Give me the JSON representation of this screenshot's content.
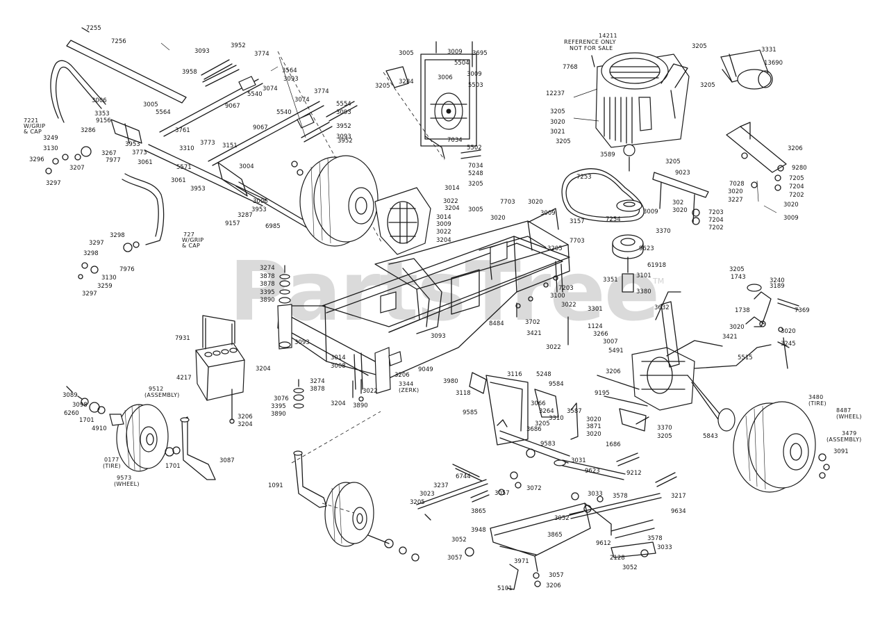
{
  "watermark": {
    "text": "PartsTree",
    "trademark": "TM"
  },
  "notes": {
    "engine_ref_line1": "14211",
    "engine_ref_line2": "REFERENCE ONLY",
    "engine_ref_line3": "NOT FOR SALE",
    "grip_cap_left_1": "7221",
    "grip_cap_left_2": "W/GRIP",
    "grip_cap_left_3": "& CAP",
    "grip_cap_right_1": "727",
    "grip_cap_right_2": "W/GRIP",
    "grip_cap_right_3": "& CAP",
    "front_assembly_1": "9512",
    "front_assembly_2": "(ASSEMBLY)",
    "front_tire_1": "0177",
    "front_tire_2": "(TIRE)",
    "front_wheel_1": "9573",
    "front_wheel_2": "(WHEEL)",
    "zerk_1": "3344",
    "zerk_2": "(ZERK)",
    "rear_tire_1": "3480",
    "rear_tire_2": "(TIRE)",
    "rear_wheel_1": "8487",
    "rear_wheel_2": "(WHEEL)",
    "rear_assembly_1": "3479",
    "rear_assembly_2": "(ASSEMBLY)"
  },
  "callouts": [
    "7255",
    "7256",
    "3093",
    "3952",
    "3774",
    "3958",
    "3564",
    "3093",
    "5540",
    "3074",
    "9067",
    "3774",
    "3074",
    "5554",
    "3093",
    "5540",
    "3952",
    "9067",
    "3952",
    "3093",
    "3006",
    "3005",
    "5564",
    "9156",
    "3353",
    "3286",
    "3953",
    "3761",
    "3773",
    "3310",
    "3773",
    "3151",
    "5571",
    "3061",
    "3061",
    "3953",
    "3004",
    "3953",
    "3006",
    "9157",
    "3287",
    "6985",
    "3267",
    "7977",
    "3249",
    "3130",
    "3296",
    "3207",
    "3297",
    "3298",
    "3297",
    "3298",
    "7976",
    "3130",
    "3259",
    "3297",
    "3005",
    "3009",
    "3695",
    "5504",
    "3006",
    "3009",
    "5503",
    "3205",
    "3284",
    "7034",
    "5502",
    "7034",
    "5248",
    "3205",
    "3014",
    "3022",
    "3204",
    "3014",
    "3009",
    "3022",
    "3204",
    "3005",
    "3020",
    "7703",
    "3020",
    "3009",
    "3157",
    "7703",
    "3205",
    "3205",
    "7768",
    "12237",
    "3205",
    "3020",
    "3021",
    "3205",
    "3205",
    "3589",
    "7253",
    "3205",
    "9023",
    "7254",
    "3009",
    "302",
    "3020",
    "3370",
    "9623",
    "61918",
    "3101",
    "3380",
    "3331",
    "13690",
    "3206",
    "9280",
    "7205",
    "7028",
    "7204",
    "3020",
    "7202",
    "3227",
    "3020",
    "7203",
    "7204",
    "7202",
    "3009",
    "3274",
    "3878",
    "3878",
    "3395",
    "3890",
    "3093",
    "3351",
    "7203",
    "3100",
    "3022",
    "3301",
    "3702",
    "1124",
    "3421",
    "3266",
    "3007",
    "3022",
    "8484",
    "5491",
    "3093",
    "9049",
    "3206",
    "3204",
    "3014",
    "3008",
    "3022",
    "3204",
    "3890",
    "3274",
    "3878",
    "3076",
    "3395",
    "3890",
    "3206",
    "3204",
    "7931",
    "4217",
    "3205",
    "1743",
    "3240",
    "3189",
    "7369",
    "1738",
    "3632",
    "3020",
    "3020",
    "3421",
    "3245",
    "5515",
    "3206",
    "9195",
    "3370",
    "3205",
    "1686",
    "5843",
    "3091",
    "3089",
    "3098",
    "6260",
    "1701",
    "4910",
    "1701",
    "3087",
    "1091",
    "3980",
    "3116",
    "5248",
    "3118",
    "9584",
    "9585",
    "3066",
    "3264",
    "3310",
    "3205",
    "3587",
    "3020",
    "3871",
    "3020",
    "3686",
    "9583",
    "6744",
    "3237",
    "3023",
    "3205",
    "3031",
    "9623",
    "3072",
    "3057",
    "3865",
    "3948",
    "9212",
    "3033",
    "3578",
    "3052",
    "3217",
    "9634",
    "3865",
    "3052",
    "3057",
    "3971",
    "9612",
    "3578",
    "2128",
    "3033",
    "3052",
    "3057",
    "3206",
    "5101"
  ]
}
